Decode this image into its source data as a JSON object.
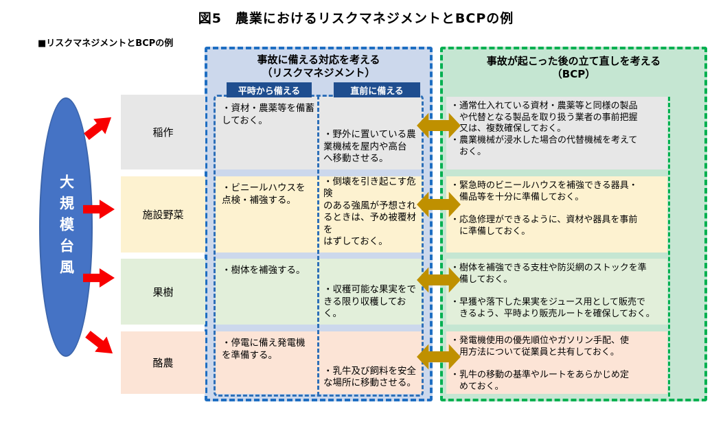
{
  "title": "図5　農業におけるリスクマネジメントとBCPの例",
  "subtitle": "■リスクマネジメントとBCPの例",
  "hazard": {
    "label": "大規模台風",
    "fill": "#4573c5"
  },
  "risk_management": {
    "header": "事故に備える対応を考える\n（リスクマネジメント）",
    "columns": {
      "normal": "平時から備える",
      "last_minute": "直前に備える"
    },
    "border_color": "#1e6ec2",
    "fill": "#ccd8ec",
    "chip_color": "#1f4e8f"
  },
  "bcp": {
    "header": "事故が起こった後の立て直しを考える\n（BCP）",
    "border_color": "#00b050",
    "fill": "#c5e6d2"
  },
  "arrows": {
    "impact_color": "#f80000",
    "link_color": "#bf9000"
  },
  "rows": [
    {
      "label": "稲作",
      "color": "#e7e7e7",
      "normal": "・資材・農薬等を備蓄\nしておく。",
      "last_minute": "・野外に置いている農\n業機械を屋内や高台\nへ移動させる。",
      "bcp": "・通常仕入れている資材・農薬等と同様の製品\n　や代替となる製品を取り扱う業者の事前把握\n　又は、複数確保しておく。\n・農業機械が浸水した場合の代替機械を考えて\n　おく。"
    },
    {
      "label": "施設野菜",
      "color": "#fdf2d0",
      "normal": "・ビニールハウスを\n点検・補強する。",
      "last_minute": "・倒壊を引き起こす危険\nのある強風が予想され\nるときは、予め被覆材を\nはずしておく。",
      "bcp": "・緊急時のビニールハウスを補強できる器具・\n　備品等を十分に準備しておく。\n\n・応急修理ができるように、資材や器具を事前\n　に準備しておく。"
    },
    {
      "label": "果樹",
      "color": "#e2efda",
      "normal": "・樹体を補強する。",
      "last_minute": "・収穫可能な果実をで\nきる限り収穫しておく。",
      "bcp": "・樹体を補強できる支柱や防災網のストックを準\n　備しておく。\n\n・早獲や落下した果実をジュース用として販売で\n　きるよう、平時より販売ルートを確保しておく。"
    },
    {
      "label": "酪農",
      "color": "#fce4d6",
      "normal": "・停電に備え発電機\nを準備する。",
      "last_minute": "・乳牛及び飼料を安全\nな場所に移動させる。",
      "bcp": "・発電機使用の優先順位やガソリン手配、使\n　用方法について従業員と共有しておく。\n\n・乳牛の移動の基準やルートをあらかじめ定\n　めておく。"
    }
  ]
}
